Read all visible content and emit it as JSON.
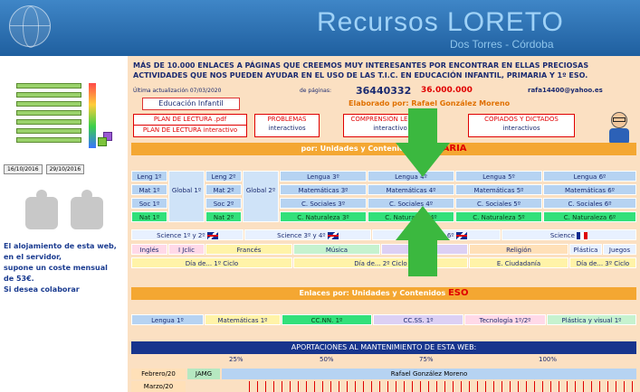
{
  "header": {
    "title": "Recursos LORETO",
    "subtitle": "Dos Torres - Córdoba"
  },
  "left": {
    "dates": [
      "16/10/2016",
      "29/10/2016"
    ],
    "support_text": [
      "El alojamiento de esta web,",
      "en el servidor,",
      "supone un coste mensual",
      "de 53€.",
      "Si desea colaborar"
    ]
  },
  "intro": {
    "line1": "MÁS DE 10.000 ENLACES A PÁGINAS QUE CREEMOS MUY INTERESANTES POR ENCONTRAR EN ELLAS PRECIOSAS",
    "line2": "ACTIVIDADES QUE NOS PUEDEN AYUDAR EN EL USO DE LAS T.I.C. EN EDUCACIÓN INFANTIL, PRIMARIA Y 1º ESO.",
    "updated": "Última actualización 07/03/2020",
    "visits_label": "de páginas:",
    "visits": "36440332",
    "goal": "36.000.000",
    "email": "rafa14400@yahoo.es",
    "infantil": "Educación Infantil",
    "author": "Elaborado por: Rafael González Moreno"
  },
  "links": {
    "plan_pdf": "PLAN DE LECTURA .pdf",
    "plan_interactive": "PLAN DE LECTURA interactivo",
    "problemas": "PROBLEMAS",
    "problemas_sub": "interactivos",
    "comprension": "COMPRENSIÓN LECTORA",
    "comprension_sub": "interactivo",
    "copiados": "COPIADOS Y DICTADOS",
    "copiados_sub": "interactivos"
  },
  "primaria": {
    "bar_prefix": "por: Unidades y Contenidos",
    "bar_highlight": "PRIMARIA",
    "row_leng": [
      "Leng 1º",
      "Leng 2º",
      "Lengua 3º",
      "Lengua 4º",
      "Lengua 5º",
      "Lengua 6º"
    ],
    "row_mat": [
      "Mat 1º",
      "Mat 2º",
      "Matemáticas 3º",
      "Matemáticas 4º",
      "Matemáticas 5º",
      "Matemáticas 6º"
    ],
    "row_soc": [
      "Soc 1º",
      "Soc 2º",
      "C. Sociales 3º",
      "C. Sociales 4º",
      "C. Sociales 5º",
      "C. Sociales 6º"
    ],
    "row_nat": [
      "Nat 1º",
      "Nat 2º",
      "C. Naturaleza 3º",
      "C. Naturaleza 4º",
      "C. Naturaleza 5º",
      "C. Naturaleza 6º"
    ],
    "global1": "Global 1º",
    "global2": "Global 2º",
    "science": [
      "Science 1º y 2º",
      "Science 3º y 4º",
      "Science 5º y 6º",
      "Science"
    ],
    "subjects": [
      "Inglés",
      "I Jclic",
      "Francés",
      "Música",
      "E. Física",
      "Religión",
      "Plástica",
      "Juegos"
    ],
    "dia": [
      "Día de... 1º Ciclo",
      "Día de... 2º Ciclo",
      "E. Ciudadanía",
      "Día de... 3º Ciclo"
    ]
  },
  "eso": {
    "bar_prefix": "Enlaces por: Unidades y Contenidos",
    "bar_highlight": "ESO",
    "items": [
      "Lengua 1º",
      "Matemáticas 1º",
      "CC.NN. 1º",
      "CC.SS. 1º",
      "Tecnología 1º/2º",
      "Plástica y visual 1º"
    ]
  },
  "aportaciones": {
    "title": "APORTACIONES AL MANTENIMIENTO DE ESTA WEB:",
    "scale": [
      "25%",
      "50%",
      "75%",
      "100%"
    ],
    "rows": [
      {
        "month": "Febrero/20",
        "code": "JAMG",
        "name": "Rafael González Moreno"
      },
      {
        "month": "Marzo/20",
        "code": "",
        "name": ""
      }
    ]
  }
}
